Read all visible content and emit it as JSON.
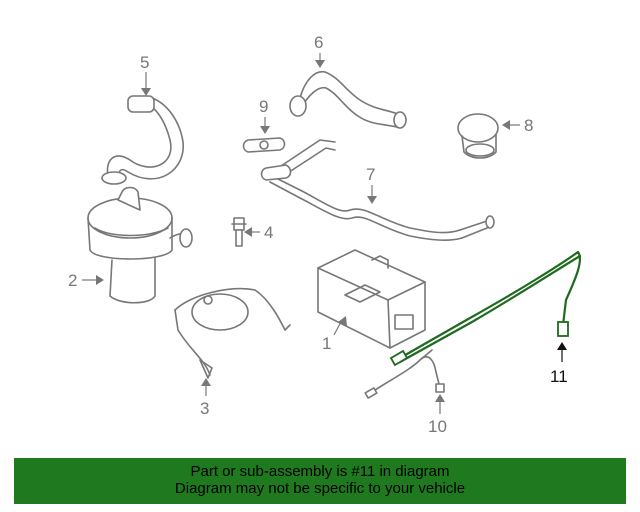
{
  "diagram": {
    "callouts": [
      "1",
      "2",
      "3",
      "4",
      "5",
      "6",
      "7",
      "8",
      "9",
      "10",
      "11"
    ],
    "highlighted_callout": "11",
    "colors": {
      "highlight": "#1e6a1e",
      "line": "#777777",
      "banner": "#1f7a1f"
    }
  },
  "banner": {
    "line1": "Part or sub-assembly is #11 in diagram",
    "line2": "Diagram may not be specific to your vehicle"
  }
}
